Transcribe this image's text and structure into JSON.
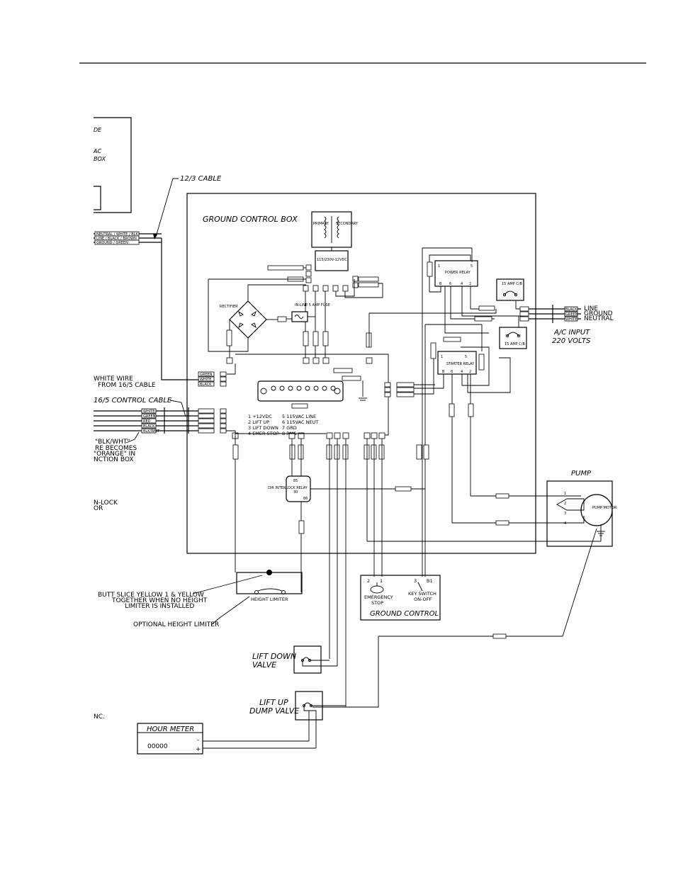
{
  "labels": {
    "cable_12_3": "12/3 CABLE",
    "ground_control_box": "GROUND CONTROL BOX",
    "ac_input_1": "A/C INPUT",
    "ac_input_2": "220 VOLTS",
    "line": "LINE",
    "ground": "GROUND",
    "neutral": "NEUTRAL",
    "pump": "PUMP",
    "pump_motor": "PUMP MOTOR",
    "control_cable_16_5": "16/5 CONTROL CABLE",
    "white_wire_1": "WHITE WIRE",
    "white_wire_2": "FROM 16/5 CABLE",
    "blk_wht_1": "\"BLK/WHT\"",
    "blk_wht_2": "RE BECOMES",
    "blk_wht_3": "\"ORANGE\" IN",
    "blk_wht_4": "NCTION BOX",
    "interlock_1": "N-LOCK",
    "interlock_2": "OR",
    "left_frag_1": "DE",
    "left_frag_2": "AC",
    "left_frag_3": "BOX",
    "left_frag_4": "NC.",
    "transformer_primary": "PRIMARY",
    "transformer_secondary": "SECONDARY",
    "transformer_rating": "115/230V-12VDC",
    "rectifier": "RECTIFIER",
    "inline_fuse": "IN-LINE 5 AMP FUSE",
    "power_relay": "POWER RELAY",
    "starter_relay": "STARTER RELAY",
    "cb_15_amp_top": "15 AMP C/B",
    "cb_15_amp_bottom": "15 AMP C/B",
    "interlock_relay": "DIR INTERLOCK RELAY",
    "butt_splice_1": "BUTT SLICE YELLOW 1 & YELLOW",
    "butt_splice_2": "TOGETHER WHEN NO HEIGHT",
    "butt_splice_3": "LIMITER IS INSTALLED",
    "height_limiter": "HEIGHT LIMITER",
    "optional_height_limiter": "OPTIONAL HEIGHT LIMITER",
    "emergency_stop_1": "EMERGENCY",
    "emergency_stop_2": "STOP",
    "key_switch_1": "KEY SWITCH",
    "key_switch_2": "ON-OFF",
    "ground_control": "GROUND CONTROL",
    "lift_down_1": "LIFT DOWN",
    "lift_down_2": "VALVE",
    "lift_up_1": "LIFT UP",
    "lift_up_2": "DUMP VALVE",
    "hour_meter": "HOUR METER",
    "hour_meter_value": "00000",
    "minus": "-",
    "plus": "+"
  },
  "legend": [
    "1  +12VDC",
    "2  LIFT UP",
    "3  LIFT DOWN",
    "4  EMER STOP",
    "5  115VAC LINE",
    "6  115VAC NEUT",
    "7  GRD",
    "8  RMS"
  ],
  "cable_12_3_wires": [
    "NEUTRAL / WHITE / BLK",
    "LINE / BLACK / BROWN",
    "GROUND / GREEN"
  ],
  "ac_wire_tags": [
    "BLACK",
    "GREEN",
    "WHITE"
  ],
  "control_wire_tags": [
    "WHITE",
    "GREEN",
    "RED",
    "BLACK",
    "BLK/WHT"
  ],
  "white_wire_tags": [
    "GREEN",
    "WHITE",
    "BLACK"
  ]
}
